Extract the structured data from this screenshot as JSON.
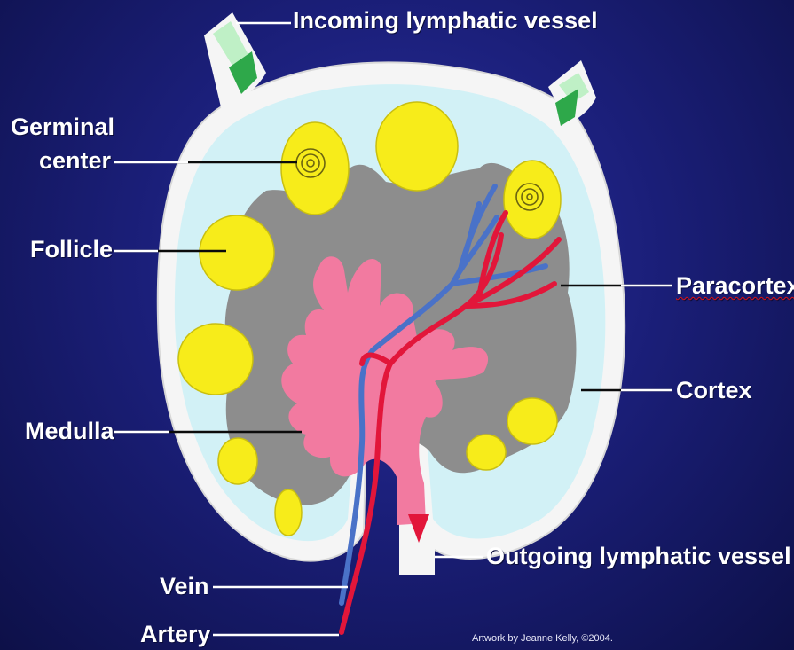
{
  "labels": {
    "incoming": "Incoming lymphatic vessel",
    "germinal_line1": "Germinal",
    "germinal_line2": "center",
    "follicle": "Follicle",
    "paracortex": "Paracortex",
    "cortex": "Cortex",
    "medulla": "Medulla",
    "outgoing": "Outgoing lymphatic vessel",
    "vein": "Vein",
    "artery": "Artery"
  },
  "credit": "Artwork by Jeanne Kelly, ©2004.",
  "colors": {
    "background": "#1b1f7a",
    "capsule": "#f4f4f4",
    "cortex": "#d2f1f6",
    "paracortex": "#8d8d8d",
    "medulla": "#f27aa0",
    "follicle": "#f7ec1a",
    "artery": "#e2163a",
    "vein": "#4a72c8",
    "incoming_arrow": "#2ea84a"
  }
}
